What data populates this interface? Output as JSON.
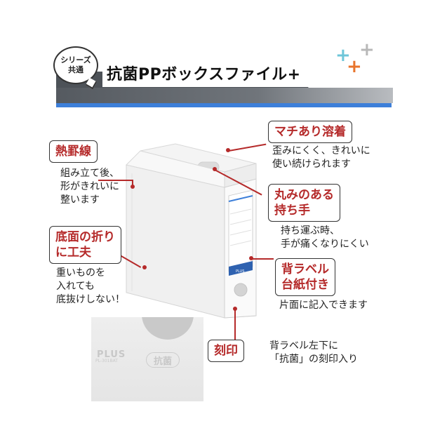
{
  "header": {
    "series_line1": "シリーズ",
    "series_line2": "共通",
    "title": "抗菌PPボックスファイル+"
  },
  "callouts": {
    "netsukeisen": {
      "label": "熱罫線",
      "desc_lines": [
        "組み立て後、",
        "形がきれいに",
        "整います"
      ]
    },
    "machi": {
      "label": "マチあり溶着",
      "desc_lines": [
        "歪みにくく、きれいに",
        "使い続けられます"
      ]
    },
    "marumi": {
      "label_lines": [
        "丸みのある",
        "持ち手"
      ],
      "desc_lines": [
        "持ち運ぶ時、",
        "手が痛くなりにくい"
      ]
    },
    "teimen": {
      "label_lines": [
        "底面の折り",
        "に工夫"
      ],
      "desc_lines": [
        "重いものを",
        "入れても",
        "底抜けしない！"
      ]
    },
    "se_label": {
      "label_lines": [
        "背ラベル",
        "台紙付き"
      ],
      "desc": "片面に記入できます"
    },
    "kokuin": {
      "label": "刻印",
      "desc_lines": [
        "背ラベル左下に",
        "「抗菌」の刻印入り"
      ]
    }
  },
  "product": {
    "spine_brand": "PLUS"
  },
  "detail": {
    "brand": "PLUS",
    "model": "PL-301BAT",
    "stamp": "抗菌"
  },
  "colors": {
    "accent_red": "#b52a2a",
    "accent_blue": "#3d7fd9",
    "band_gray": "#555a60",
    "plus_cyan": "#6ec6d9",
    "plus_orange": "#e8742c",
    "plus_gray": "#b8b8b8"
  }
}
